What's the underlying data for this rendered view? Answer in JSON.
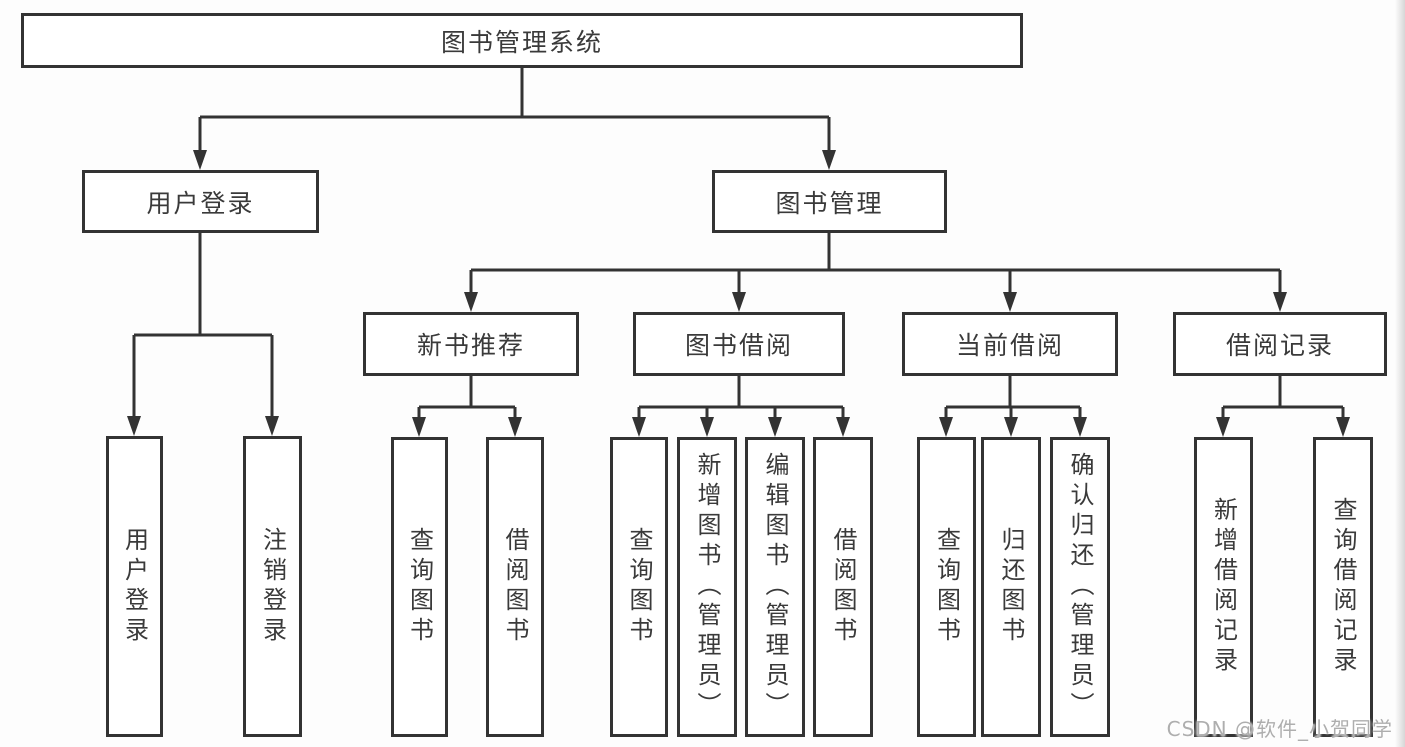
{
  "diagram": {
    "root_label": "图书管理系统",
    "branches": {
      "user_login": {
        "label": "用户登录",
        "children": [
          "用户登录",
          "注销登录"
        ]
      },
      "book_mgmt": {
        "label": "图书管理",
        "groups": [
          {
            "label": "新书推荐",
            "children": [
              "查询图书",
              "借阅图书"
            ]
          },
          {
            "label": "图书借阅",
            "children": [
              "查询图书",
              "新增图书（管理员）",
              "编辑图书（管理员）",
              "借阅图书"
            ]
          },
          {
            "label": "当前借阅",
            "children": [
              "查询图书",
              "归还图书",
              "确认归还（管理员）"
            ]
          },
          {
            "label": "借阅记录",
            "children": [
              "新增借阅记录",
              "查询借阅记录"
            ]
          }
        ]
      }
    },
    "watermark": "CSDN @软件_小贺同学",
    "colors": {
      "line": "#333333",
      "text": "#3a3a3a",
      "watermark": "#aeaeae",
      "background": "#fdfdfd"
    }
  }
}
